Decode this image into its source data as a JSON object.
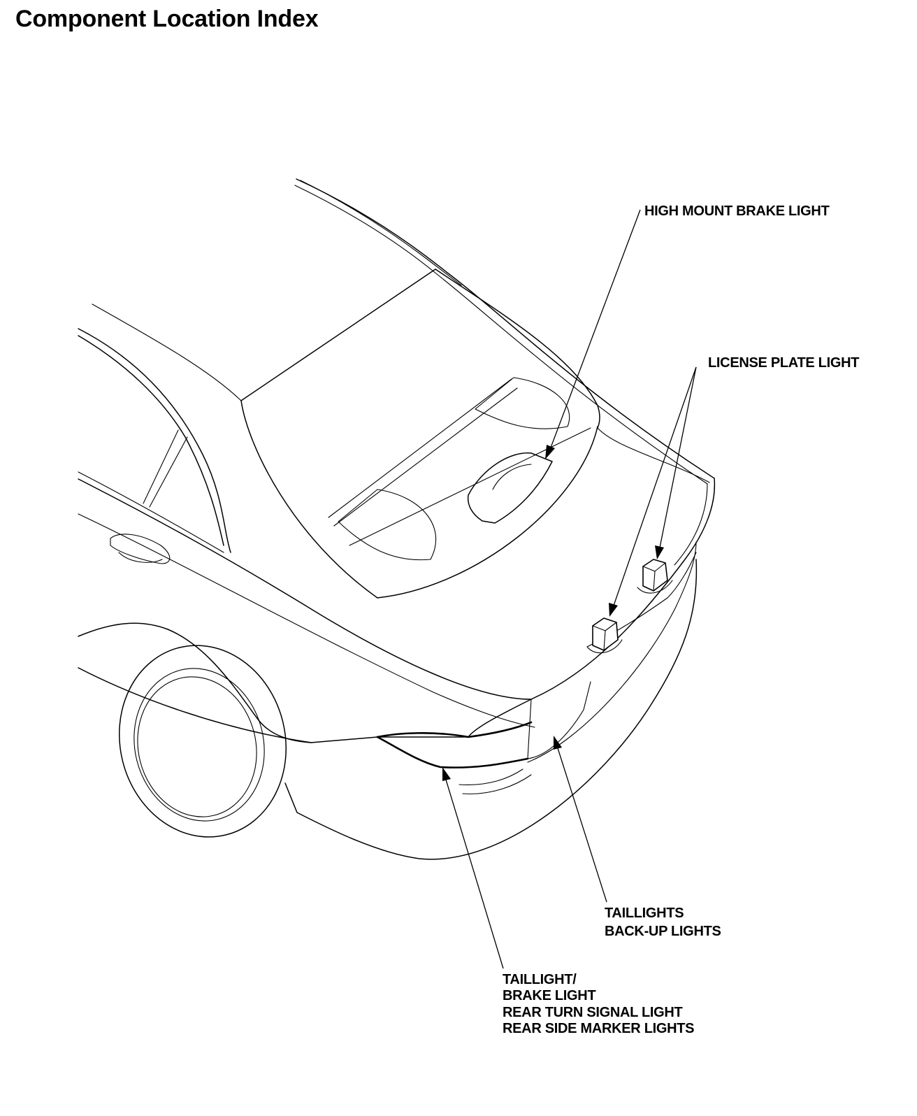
{
  "title": "Component Location Index",
  "callouts": {
    "high_mount": {
      "lines": [
        "HIGH MOUNT BRAKE LIGHT"
      ]
    },
    "license_plate": {
      "lines": [
        "LICENSE PLATE LIGHT"
      ]
    },
    "taillights_backup": {
      "lines": [
        "TAILLIGHTS",
        "BACK-UP LIGHTS"
      ]
    },
    "taillight_brake": {
      "lines": [
        "TAILLIGHT/",
        "BRAKE LIGHT",
        "REAR TURN SIGNAL LIGHT",
        "REAR SIDE MARKER LIGHTS"
      ]
    }
  }
}
